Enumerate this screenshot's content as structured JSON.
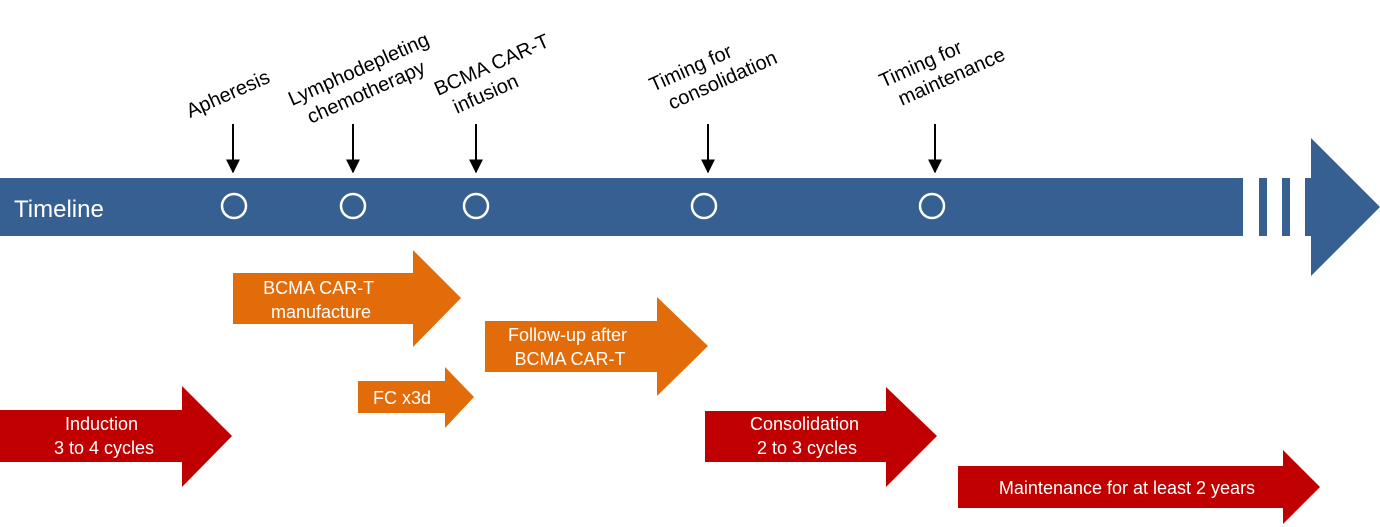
{
  "timeline": {
    "title": "Timeline",
    "color": "#376092",
    "circle_color": "#ffffff"
  },
  "milestones": [
    {
      "id": "apheresis",
      "lines": [
        "Apheresis"
      ]
    },
    {
      "id": "lymphodepleting",
      "lines": [
        "Lymphodepleting",
        "chemotherapy"
      ]
    },
    {
      "id": "infusion",
      "lines": [
        "BCMA CAR-T",
        "infusion"
      ]
    },
    {
      "id": "consolidation-timing",
      "lines": [
        "Timing for",
        "consolidation"
      ]
    },
    {
      "id": "maintenance-timing",
      "lines": [
        "Timing for",
        "maintenance"
      ]
    }
  ],
  "phases": [
    {
      "id": "manufacture",
      "lines": [
        "BCMA CAR-T",
        "manufacture"
      ],
      "color": "#e36c0a"
    },
    {
      "id": "followup",
      "lines": [
        "Follow-up after",
        "BCMA CAR-T"
      ],
      "color": "#e36c0a"
    },
    {
      "id": "fc",
      "lines": [
        "FC x3d"
      ],
      "color": "#e36c0a"
    },
    {
      "id": "induction",
      "lines": [
        "Induction",
        "3 to 4 cycles"
      ],
      "color": "#c00000"
    },
    {
      "id": "consolidation",
      "lines": [
        "Consolidation",
        "2 to 3 cycles"
      ],
      "color": "#c00000"
    },
    {
      "id": "maintenance",
      "lines": [
        "Maintenance for at least 2 years"
      ],
      "color": "#c00000"
    }
  ]
}
